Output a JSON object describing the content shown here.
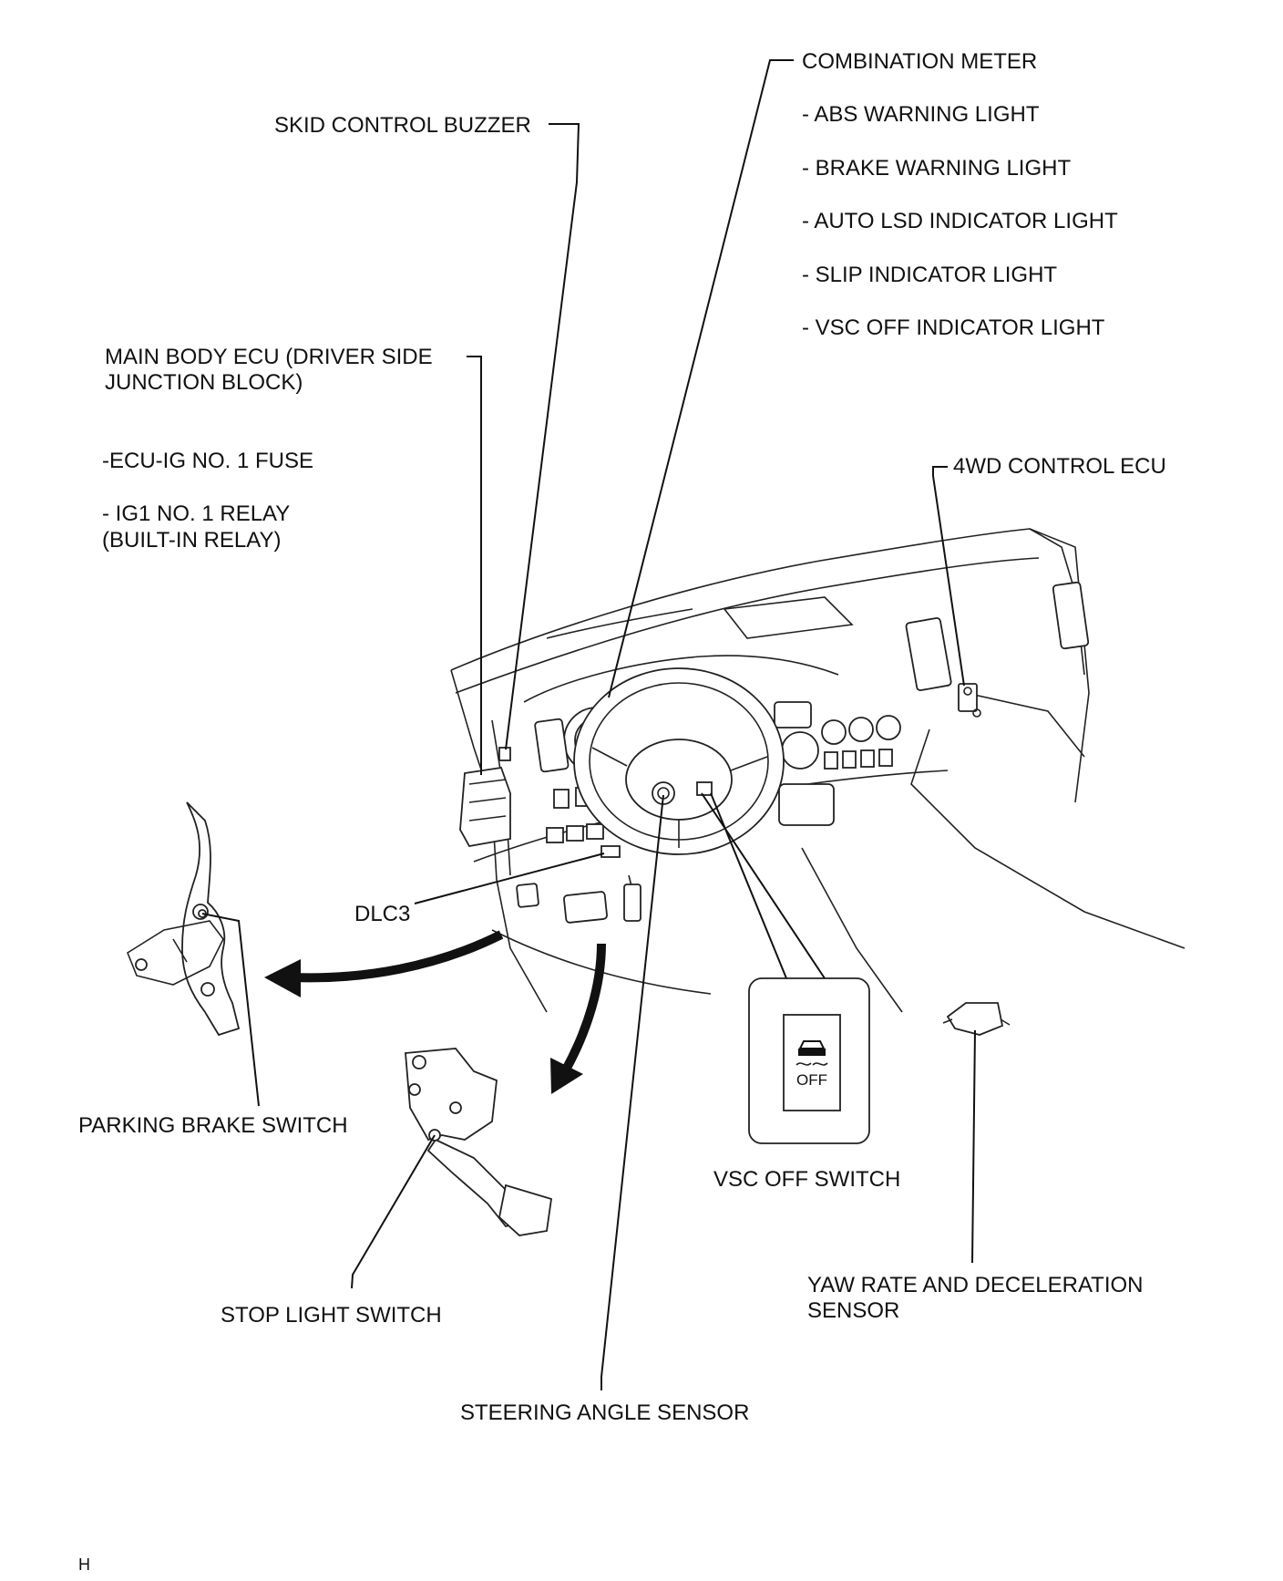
{
  "labels": {
    "combination_meter": "COMBINATION METER",
    "abs_warning_light": "- ABS WARNING LIGHT",
    "brake_warning_light": "- BRAKE WARNING LIGHT",
    "auto_lsd_indicator_light": "- AUTO LSD INDICATOR LIGHT",
    "slip_indicator_light": "- SLIP INDICATOR LIGHT",
    "vsc_off_indicator_light": "- VSC OFF INDICATOR LIGHT",
    "skid_control_buzzer": "SKID CONTROL BUZZER",
    "main_body_ecu_line1": "MAIN BODY ECU (DRIVER SIDE",
    "main_body_ecu_line2": "JUNCTION BLOCK)",
    "ecu_ig_fuse": "-ECU-IG NO. 1 FUSE",
    "ig1_relay_line1": "- IG1 NO. 1 RELAY",
    "ig1_relay_line2": "(BUILT-IN RELAY)",
    "four_wd_control_ecu": "4WD CONTROL ECU",
    "dlc3": "DLC3",
    "parking_brake_switch": "PARKING BRAKE SWITCH",
    "stop_light_switch": "STOP LIGHT SWITCH",
    "vsc_off_switch": "VSC OFF SWITCH",
    "yaw_rate_line1": "YAW RATE AND DECELERATION",
    "yaw_rate_line2": "SENSOR",
    "steering_angle_sensor": "STEERING ANGLE SENSOR",
    "switch_face_text": "OFF",
    "corner_mark": "H"
  },
  "icons": {
    "vsc_switch_symbol": "skid-car-icon"
  }
}
